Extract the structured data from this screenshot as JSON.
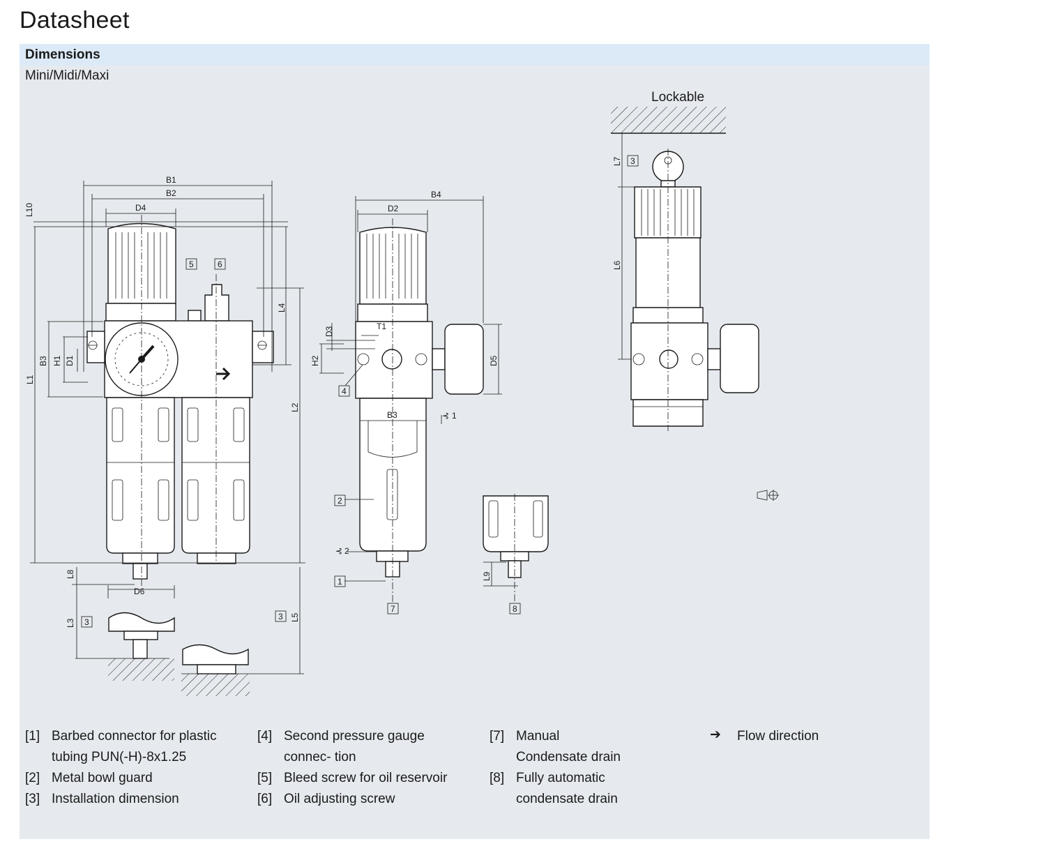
{
  "page_title": "Datasheet",
  "section": {
    "title": "Dimensions",
    "subtitle": "Mini/Midi/Maxi"
  },
  "drawing": {
    "lockable_label": "Lockable",
    "dimension_labels": {
      "B1": "B1",
      "B2": "B2",
      "B3": "B3",
      "B4": "B4",
      "D1": "D1",
      "D2": "D2",
      "D3": "D3",
      "D4": "D4",
      "D5": "D5",
      "D6": "D6",
      "H1": "H1",
      "H2": "H2",
      "T1": "T1",
      "L1": "L1",
      "L2": "L2",
      "L3": "L3",
      "L4": "L4",
      "L5": "L5",
      "L6": "L6",
      "L7": "L7",
      "L8": "L8",
      "L9": "L9",
      "L10": "L10",
      "wrench1": "1",
      "wrench2": "2"
    },
    "callouts": {
      "c1": "1",
      "c2": "2",
      "c3": "3",
      "c4": "4",
      "c5": "5",
      "c6": "6",
      "c7": "7",
      "c8": "8"
    }
  },
  "legend": [
    {
      "num": "[1]",
      "text": "Barbed connector for plastic tubing PUN(-H)-8x1.25"
    },
    {
      "num": "[2]",
      "text": "Metal bowl guard"
    },
    {
      "num": "[3]",
      "text": "Installation dimension"
    },
    {
      "num": "[4]",
      "text": "Second pressure gauge connec- tion"
    },
    {
      "num": "[5]",
      "text": "Bleed screw for oil reservoir"
    },
    {
      "num": "[6]",
      "text": "Oil adjusting screw"
    },
    {
      "num": "[7]",
      "text": "Manual Condensate drain"
    },
    {
      "num": "[8]",
      "text": "Fully automatic condensate drain"
    }
  ],
  "flow_legend": {
    "symbol": "➔",
    "text": "Flow direction"
  }
}
